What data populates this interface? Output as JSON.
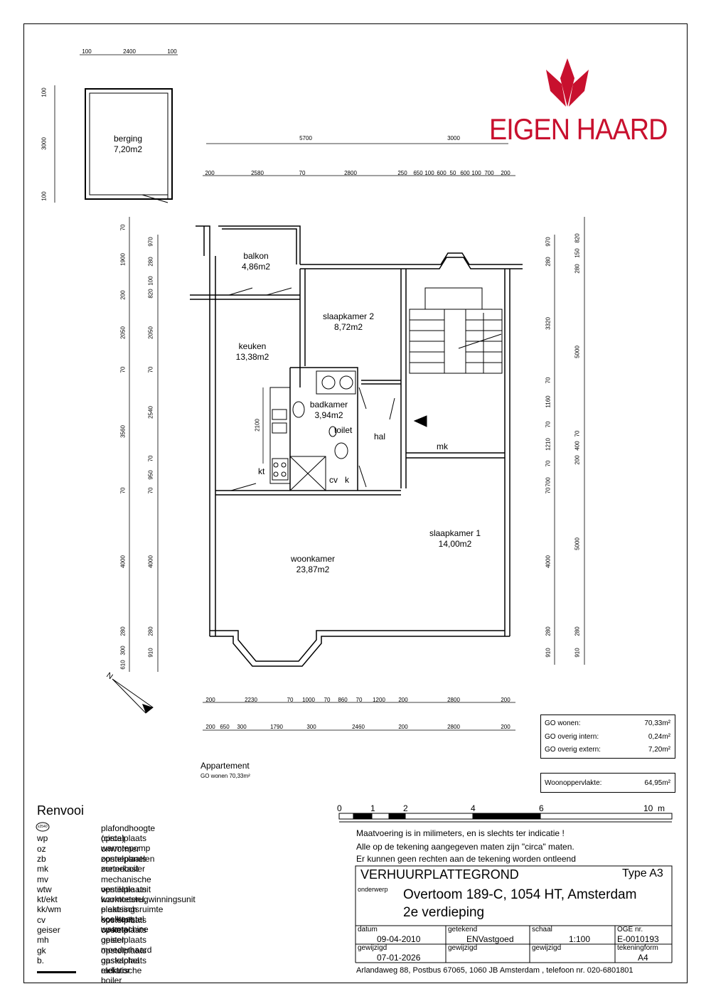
{
  "brand": {
    "name": "EIGEN HAARD",
    "color": "#c8102e"
  },
  "rooms": {
    "berging": {
      "name": "berging",
      "area": "7,20m2"
    },
    "balkon": {
      "name": "balkon",
      "area": "4,86m2"
    },
    "slaapkamer2": {
      "name": "slaapkamer 2",
      "area": "8,72m2"
    },
    "keuken": {
      "name": "keuken",
      "area": "13,38m2"
    },
    "badkamer": {
      "name": "badkamer",
      "area": "3,94m2"
    },
    "toilet": {
      "name": "toilet"
    },
    "hal": {
      "name": "hal"
    },
    "mk": {
      "name": "mk"
    },
    "kt": {
      "name": "kt"
    },
    "cv": {
      "name": "cv"
    },
    "k": {
      "name": "k"
    },
    "woonkamer": {
      "name": "woonkamer",
      "area": "23,87m2"
    },
    "slaapkamer1": {
      "name": "slaapkamer 1",
      "area": "14,00m2"
    }
  },
  "dimensions": {
    "berging_top": [
      "100",
      "2400",
      "100"
    ],
    "berging_left": [
      "100",
      "3000",
      "100"
    ],
    "top_overall": [
      "5700",
      "3000"
    ],
    "top_detail": [
      "200",
      "2580",
      "70",
      "2800",
      "250",
      "650",
      "100",
      "600",
      "50",
      "600",
      "100",
      "700",
      "200"
    ],
    "left_outer": [
      "70",
      "1900",
      "200",
      "2050",
      "70",
      "3560",
      "70",
      "4000",
      "280",
      "300",
      "610"
    ],
    "left_inner": [
      "970",
      "280",
      "100",
      "820",
      "2050",
      "70",
      "2540",
      "70",
      "950",
      "70",
      "4000",
      "280",
      "910"
    ],
    "kitchen_depth": "2100",
    "right_inner": [
      "970",
      "280",
      "3320",
      "70",
      "1160",
      "70",
      "1210",
      "70",
      "700",
      "70",
      "4000",
      "280",
      "910"
    ],
    "right_outer": [
      "820",
      "150",
      "280",
      "5000",
      "70",
      "400",
      "200",
      "5000",
      "280",
      "910"
    ],
    "bottom_1": [
      "200",
      "2230",
      "70",
      "1000",
      "70",
      "860",
      "70",
      "1200",
      "200",
      "2800",
      "200"
    ],
    "bottom_2": [
      "200",
      "650",
      "300",
      "1790",
      "300",
      "2460",
      "200",
      "2800",
      "200"
    ]
  },
  "compass": {
    "north_label": "N"
  },
  "areas": {
    "rows": [
      {
        "label": "GO wonen:",
        "value": "70,33m²"
      },
      {
        "label": "GO overig intern:",
        "value": "0,24m²"
      },
      {
        "label": "GO overig extern:",
        "value": "7,20m²"
      }
    ],
    "woonoppervlakte": {
      "label": "Woonoppervlakte:",
      "value": "64,95m²"
    }
  },
  "appartement": {
    "title": "Appartement",
    "subtitle": "GO wonen 70,33m²"
  },
  "scale_bar": {
    "labels": [
      "0",
      "1",
      "2",
      "4",
      "6",
      "10  m"
    ]
  },
  "notes": [
    "Maatvoering is in milimeters, en is slechts ter indicatie !",
    "Alle op de tekening aangegeven maten zijn \"circa\" maten.",
    "Er kunnen geen rechten aan de tekening worden ontleend"
  ],
  "legend": {
    "title": "Renvooi",
    "symbol_code": "x2540",
    "items": [
      {
        "code": "",
        "desc": "plafondhoogte (circa)"
      },
      {
        "code": "wp",
        "desc": "opstelplaats warmtepomp"
      },
      {
        "code": "oz",
        "desc": "omvormer zonnepanelen"
      },
      {
        "code": "zb",
        "desc": "opstelplaats zonneboiler"
      },
      {
        "code": "mk",
        "desc": "meterkast"
      },
      {
        "code": "mv",
        "desc": "mechanische ventilatie unit"
      },
      {
        "code": "wtw",
        "desc": "opstelplaats warmteterugwinningsunit"
      },
      {
        "code": "kt/ekt",
        "desc": "kooktoestel, elektrisch kooktoestel"
      },
      {
        "code": "kk/wm",
        "desc": "plaatsingsruimte koelkast, wasmachine"
      },
      {
        "code": "cv",
        "desc": "opstelplaats cv-ketel"
      },
      {
        "code": "geiser",
        "desc": "opstelplaats geiser"
      },
      {
        "code": "mh",
        "desc": "opstelplaats moederhaard"
      },
      {
        "code": "gk",
        "desc": "opstelplaats gaskachel"
      },
      {
        "code": "b.",
        "desc": "opstelplaats elektrische boiler"
      },
      {
        "code": "",
        "desc": "radiator"
      }
    ]
  },
  "title_block": {
    "heading": "VERHUURPLATTEGROND",
    "type": "Type A3",
    "onderwerp_label": "onderwerp",
    "address": "Overtoom 189-C, 1054 HT, Amsterdam",
    "floor": "2e verdieping",
    "datum_label": "datum",
    "datum": "09-04-2010",
    "getekend_label": "getekend",
    "getekend": "ENVastgoed",
    "schaal_label": "schaal",
    "schaal": "1:100",
    "oge_label": "OGE nr.",
    "oge": "E-0010193",
    "gewijzigd_label": "gewijzigd",
    "gewijzigd": "07-01-2026",
    "gewijzigd2_label": "gewijzigd",
    "gewijzigd3_label": "gewijzigd",
    "tekeningform_label": "tekeningform",
    "tekeningform": "A4",
    "footer": "Arlandaweg 88, Postbus 67065, 1060 JB Amsterdam , telefoon nr. 020-6801801"
  }
}
